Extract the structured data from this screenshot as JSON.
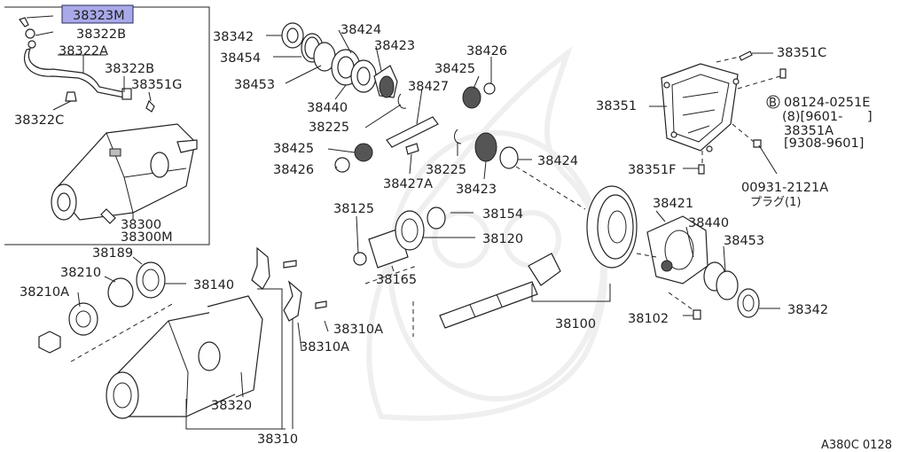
{
  "colors": {
    "line": "#222222",
    "highlight": "#a9a9ea",
    "text": "#1f1f1f"
  },
  "labels": {
    "p38323M": "38323M",
    "p38322B_a": "38322B",
    "p38322A": "38322A",
    "p38322B_b": "38322B",
    "p38351G": "38351G",
    "p38322C": "38322C",
    "p38300": "38300",
    "p38300M": "38300M",
    "p38342_a": "38342",
    "p38454": "38454",
    "p38453_a": "38453",
    "p38424_a": "38424",
    "p38423_a": "38423",
    "p38440_a": "38440",
    "p38225_a": "38225",
    "p38426_a": "38426",
    "p38425_a": "38425",
    "p38427": "38427",
    "p38425_b": "38425",
    "p38426_b": "38426",
    "p38427A": "38427A",
    "p38225_b": "38225",
    "p38423_b": "38423",
    "p38424_b": "38424",
    "p38351C": "38351C",
    "p38351": "38351",
    "p08124": "08124-0251E",
    "p08124_qty": "(8)[9601-      ]",
    "p38351A": "38351A",
    "p38351A_range": "[9308-9601]",
    "p38351F": "38351F",
    "p00931": "00931-2121A",
    "p00931_note": "プラグ(1)",
    "p38125": "38125",
    "p38154": "38154",
    "p38120": "38120",
    "p38165": "38165",
    "p38421": "38421",
    "p38440_b": "38440",
    "p38453_b": "38453",
    "p38342_b": "38342",
    "p38102": "38102",
    "p38100": "38100",
    "p38189": "38189",
    "p38210": "38210",
    "p38210A": "38210A",
    "p38140": "38140",
    "p38310A_a": "38310A",
    "p38310A_b": "38310A",
    "p38320": "38320",
    "p38310": "38310",
    "bolt_circle": "B",
    "code": "A380C 0128"
  }
}
